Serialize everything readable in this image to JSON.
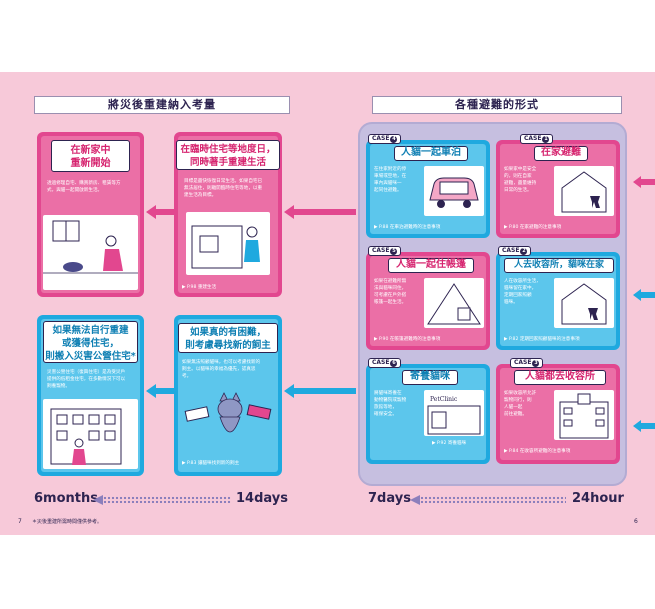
{
  "left_heading": "將災後重建納入考量",
  "right_heading": "各種避難的形式",
  "left": {
    "card_new_home": {
      "title": [
        "在新家中",
        "重新開始"
      ],
      "body": [
        "透過修理自宅、購買新房、租賃等方",
        "式，與貓一起開啟新生活。"
      ]
    },
    "card_temp_house": {
      "title": [
        "在臨時住宅等地度日，",
        "同時著手重建生活"
      ],
      "body": [
        "目標是盡快恢復日常生活。如果自宅已",
        "無法居住，則離開臨時住宅等地，以重",
        "建生活為目標。"
      ],
      "ref": "P.98 重建生活"
    },
    "card_public_housing": {
      "title": [
        "如果無法自行重建",
        "或獲得住宅，",
        "則搬入災害公營住宅*"
      ],
      "body": [
        "災害公營住宅（復興住宅）是為受災戶",
        "提供的低租金住宅，在多數情況下可以",
        "飼養寵物。"
      ]
    },
    "card_foster": {
      "title": [
        "如果真的有困難，",
        "則考慮尋找新的飼主"
      ],
      "body": [
        "如果無法照顧貓咪，也可以考慮找新的",
        "飼主。以貓咪的幸福為優先，認真思",
        "考。"
      ],
      "ref": "P.83 讓貓咪找到新的飼主"
    }
  },
  "right": {
    "case4": {
      "badge": "CASE",
      "num": "4",
      "title": "人貓一起車泊",
      "body": [
        "在住家附近的停",
        "車場或空地，在",
        "車內與貓咪一",
        "起同住避難。"
      ],
      "ref": "P.88 在車泊避難時的注意事項"
    },
    "case1": {
      "badge": "CASE",
      "num": "1",
      "title": "在家避難",
      "body": [
        "如果家中是安全",
        "的，則在自家",
        "避難，盡量維持",
        "日常的生活。"
      ],
      "ref": "P.80 在家避難的注意事項"
    },
    "case5": {
      "badge": "CASE",
      "num": "5",
      "title": "人貓一起住帳篷",
      "body": [
        "如果在避難所無",
        "法與貓咪同住，",
        "可考慮在戶外搭",
        "帳篷一起生活。"
      ],
      "ref": "P.90 在帳篷避難時的注意事項"
    },
    "case2": {
      "badge": "CASE",
      "num": "2",
      "title": "人去收容所，貓咪在家",
      "body": [
        "人在收容所生活，",
        "貓咪留在家中，",
        "定期回家照顧",
        "貓咪。"
      ],
      "ref": "P.82 定期回家照顧貓咪的注意事項"
    },
    "case6": {
      "badge": "CASE",
      "num": "6",
      "title": "寄養貓咪",
      "body": [
        "將貓咪寄養在",
        "動物醫院或寵物",
        "旅館等地，",
        "確保安全。"
      ],
      "ref": "P.92 寄養貓咪",
      "shop_sign": "PetClinic"
    },
    "case3": {
      "badge": "CASE",
      "num": "3",
      "title": "人貓都去收容所",
      "body": [
        "如果收容所允許",
        "寵物同行，則",
        "人貓一起",
        "前往避難。"
      ],
      "ref": "P.84 在收容所避難的注意事項"
    }
  },
  "timeline": {
    "t1": "6months",
    "t2": "14days",
    "t3": "7days",
    "t4": "24hour"
  },
  "footnote": "＊災後重建所需時間僅供參考。",
  "page_left": "7",
  "page_right": "6",
  "colors": {
    "pink": "#e2478f",
    "blue": "#1fa9df",
    "navy": "#2d2350",
    "bg": "#f7c9d9",
    "lavender": "#c6bfe0"
  }
}
